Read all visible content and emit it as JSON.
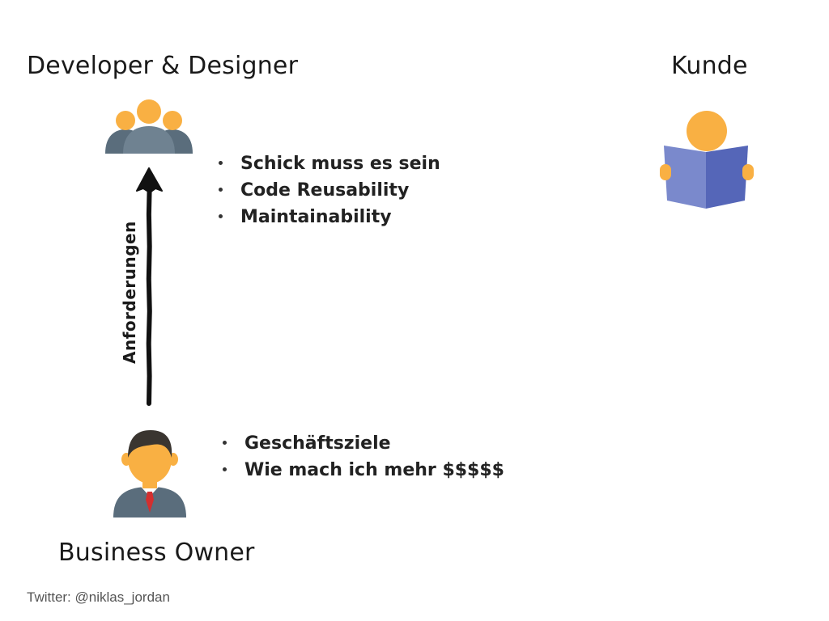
{
  "diagram": {
    "developer_title": "Developer & Designer",
    "customer_title": "Kunde",
    "owner_title": "Business Owner",
    "arrow_label": "Anforderungen",
    "developer_bullets": [
      "Schick muss es sein",
      "Code Reusability",
      "Maintainability"
    ],
    "owner_bullets": [
      "Geschäftsziele",
      "Wie mach ich mehr $$$$$"
    ],
    "footer": "Twitter: @niklas_jordan"
  },
  "colors": {
    "accent_orange": "#F9B043",
    "slate": "#5A6D7C",
    "book_blue_light": "#7A89CC",
    "book_blue_dark": "#5566B8",
    "tie_red": "#D32F2F",
    "hair": "#3A3530",
    "arrow": "#111111"
  }
}
